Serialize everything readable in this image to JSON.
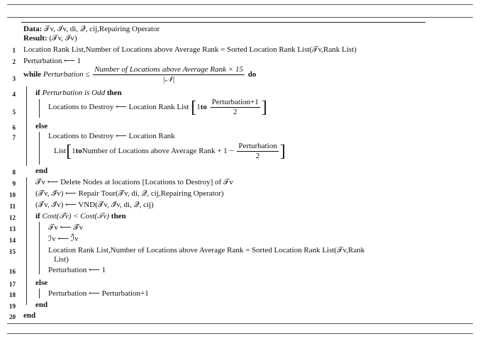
{
  "algorithm": {
    "data_label": "Data:",
    "data_value": "𝒯v, ℐv, di, 𝒬, cij,Repairing Operator",
    "result_label": "Result:",
    "result_value": "(𝒯v, ℐv)",
    "lines": [
      {
        "num": "1",
        "text": "Location Rank List,Number of Locations above Average Rank = Sorted Location Rank List(𝒯v,Rank List)"
      },
      {
        "num": "2",
        "text": "Perturbation ⟵ 1"
      },
      {
        "num": "3",
        "kw_while": "while",
        "cond_a": "Perturbation ≤",
        "frac_num": "Number of Locations above Average Rank × 15",
        "frac_den": "|𝒩|",
        "kw_do": "do"
      },
      {
        "num": "4",
        "kw_if": "if",
        "cond": "Perturbation is Odd",
        "kw_then": "then"
      },
      {
        "num": "5",
        "text_a": "Locations to Destroy ⟵ Location Rank List",
        "br_a": "1",
        "br_to": "to",
        "frac_num": "Perturbation+1",
        "frac_den": "2"
      },
      {
        "num": "6",
        "kw": "else"
      },
      {
        "num": "7",
        "text": "Locations to Destroy ⟵ Location Rank",
        "text_b": "List",
        "br_a": "1",
        "br_to": "to",
        "br_mid": "Number of Locations above Average Rank + 1 −",
        "frac_num": "Perturbation",
        "frac_den": "2"
      },
      {
        "num": "8",
        "kw": "end"
      },
      {
        "num": "9",
        "text": "𝒯̄v ⟵ Delete Nodes at locations [Locations to Destroy] of 𝒯v"
      },
      {
        "num": "10",
        "text": "(𝒯̄v, ℐ̄v) ⟵ Repair Tour(𝒯̄v, di, 𝒬, cij,Repairing Operator)"
      },
      {
        "num": "11",
        "text": "(𝒯̄v, ℐ̄v) ⟵ VND(𝒯̄v, ℐ̄v, di, 𝒬, cij)"
      },
      {
        "num": "12",
        "kw_if": "if",
        "cond": "Cost(𝒯̄v) < Cost(𝒯v)",
        "kw_then": "then"
      },
      {
        "num": "13",
        "text": "𝒯v ⟵ 𝒯̄v"
      },
      {
        "num": "14",
        "text": "ℐv ⟵ ℐ̄v"
      },
      {
        "num": "15",
        "text": "Location Rank List,Number of Locations above Average Rank = Sorted Location Rank List(𝒯v,Rank",
        "text_b": "List)"
      },
      {
        "num": "16",
        "text": "Perturbation ⟵ 1"
      },
      {
        "num": "17",
        "kw": "else"
      },
      {
        "num": "18",
        "text": "Perturbation ⟵ Perturbation+1"
      },
      {
        "num": "19",
        "kw": "end"
      },
      {
        "num": "20",
        "kw": "end"
      }
    ]
  }
}
